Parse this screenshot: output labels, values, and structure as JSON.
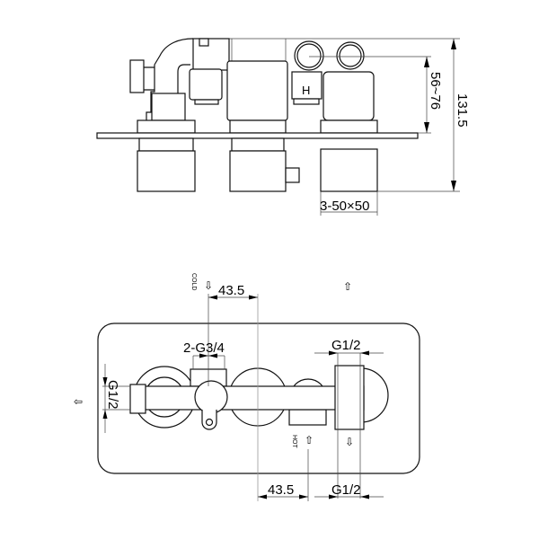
{
  "top_view": {
    "hot_mark": "H",
    "dim_total_height": "131.5",
    "dim_depth_range": "56~76",
    "dim_knob_size": "3-50×50"
  },
  "bottom_view": {
    "dim_cold_offset": "43.5",
    "dim_hot_offset": "43.5",
    "inlet_thread": "2-G3/4",
    "outlet_thread_top": "G1/2",
    "outlet_thread_bottom": "G1/2",
    "outlet_thread_left": "G1/2",
    "cold_label": "COLD",
    "hot_label": "HOT",
    "arrow_down_icon": "⇩",
    "arrow_up_icon": "⇧",
    "arrow_left_icon": "⇦"
  }
}
